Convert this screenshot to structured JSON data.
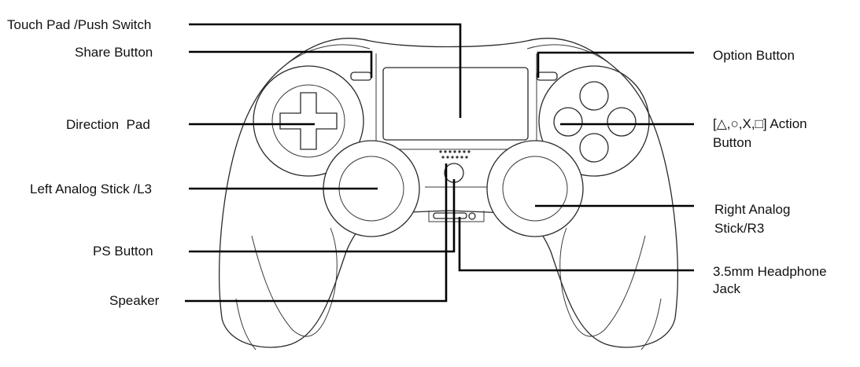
{
  "labels": {
    "touch_pad": "Touch Pad /Push Switch",
    "share": "Share Button",
    "direction_pad": "Direction  Pad",
    "left_stick": "Left Analog Stick /L3",
    "ps_button": "PS Button",
    "speaker": "Speaker",
    "option": "Option Button",
    "action_line1": "[△,○,X,□] Action",
    "action_line2": "Button",
    "right_stick_line1": "Right Analog",
    "right_stick_line2": "Stick/R3",
    "headphone_line1": "3.5mm Headphone",
    "headphone_line2": "Jack"
  }
}
